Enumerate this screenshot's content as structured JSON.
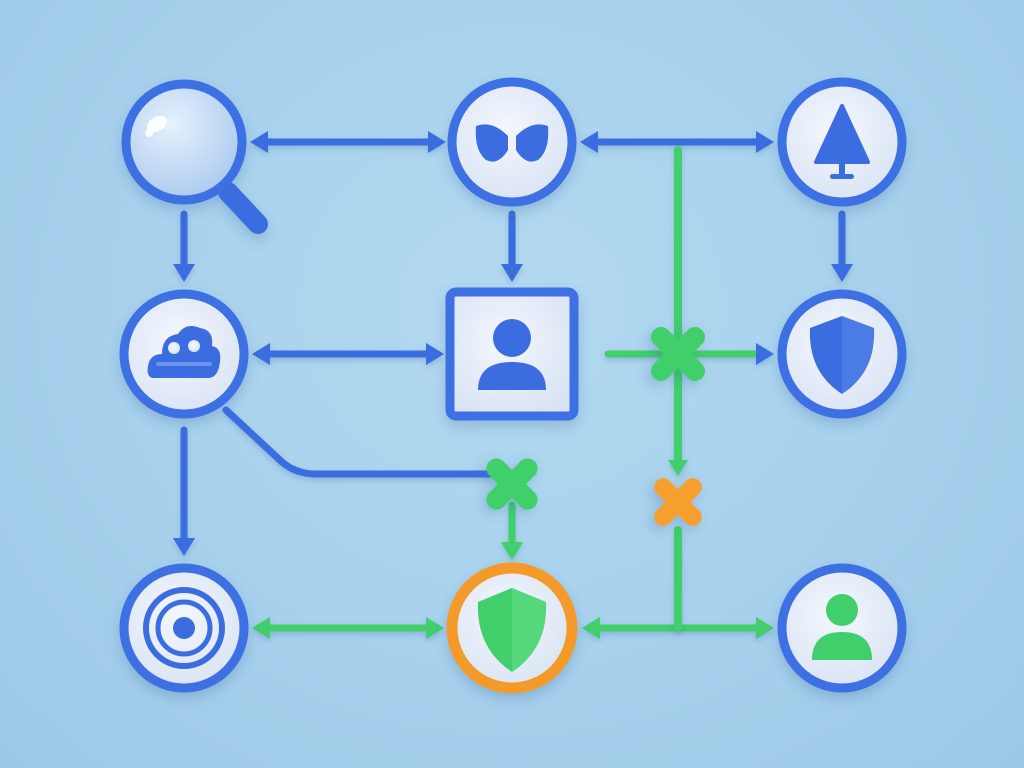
{
  "colors": {
    "background": "#a9d3ee",
    "flow_blue": "#3a6de0",
    "flow_green": "#3fcf6a",
    "ring_blue": "#3d6fe2",
    "ring_orange": "#f39a2c",
    "node_fill": "#e6eef9",
    "blocked_green": "#3fcf6a",
    "blocked_orange": "#f5a02e"
  },
  "diagram": {
    "nodes": [
      {
        "id": "search",
        "icon": "magnifier-icon",
        "shape": "circle",
        "ring": "blue"
      },
      {
        "id": "mask",
        "icon": "mask-icon",
        "shape": "circle",
        "ring": "blue"
      },
      {
        "id": "cone",
        "icon": "cone-icon",
        "shape": "circle",
        "ring": "blue"
      },
      {
        "id": "cloud",
        "icon": "cloud-icon",
        "shape": "circle",
        "ring": "blue"
      },
      {
        "id": "user-card",
        "icon": "user-icon",
        "shape": "square",
        "ring": "blue"
      },
      {
        "id": "shield-blue",
        "icon": "shield-icon",
        "shape": "circle",
        "ring": "blue"
      },
      {
        "id": "target",
        "icon": "target-icon",
        "shape": "circle",
        "ring": "blue"
      },
      {
        "id": "shield-green",
        "icon": "shield-icon",
        "shape": "circle",
        "ring": "orange"
      },
      {
        "id": "user-green",
        "icon": "user-icon",
        "shape": "circle",
        "ring": "blue"
      }
    ],
    "edges": [
      {
        "from": "search",
        "to": "mask",
        "color": "blue",
        "direction": "both"
      },
      {
        "from": "mask",
        "to": "cone",
        "color": "blue",
        "direction": "both"
      },
      {
        "from": "search",
        "to": "cloud",
        "color": "blue",
        "direction": "forward"
      },
      {
        "from": "mask",
        "to": "user-card",
        "color": "blue",
        "direction": "forward"
      },
      {
        "from": "cone",
        "to": "shield-blue",
        "color": "blue",
        "direction": "forward"
      },
      {
        "from": "cloud",
        "to": "user-card",
        "color": "blue",
        "direction": "both"
      },
      {
        "from": "cloud",
        "to": "target",
        "color": "blue",
        "direction": "forward"
      },
      {
        "from": "cloud",
        "to": "shield-green",
        "color": "blue",
        "direction": "forward",
        "blocked": "green"
      },
      {
        "from": "user-card",
        "to": "shield-blue",
        "color": "green",
        "direction": "forward",
        "blocked": "green"
      },
      {
        "from": "mask",
        "to": "shield-green",
        "color": "green",
        "direction": "forward",
        "blocked": "orange"
      },
      {
        "from": "target",
        "to": "shield-green",
        "color": "green",
        "direction": "both"
      },
      {
        "from": "shield-green",
        "to": "user-green",
        "color": "green",
        "direction": "both"
      }
    ]
  }
}
